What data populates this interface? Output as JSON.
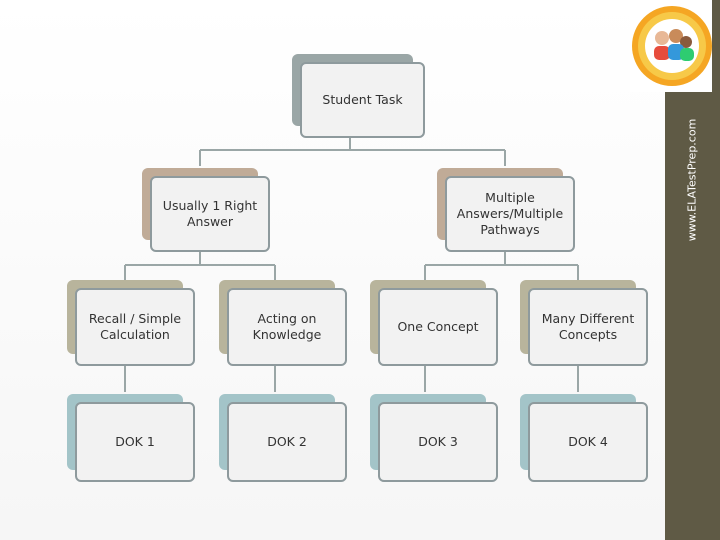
{
  "sidebar": {
    "url": "www.ELATestPrep.com",
    "color": "#5f5a45"
  },
  "logo": {
    "icon": "kids-badge-logo"
  },
  "diagram": {
    "root": "Student Task",
    "level1": [
      "Usually 1 Right Answer",
      "Multiple Answers/Multiple Pathways"
    ],
    "level2": [
      "Recall / Simple Calculation",
      "Acting on Knowledge",
      "One Concept",
      "Many Different Concepts"
    ],
    "level3": [
      "DOK 1",
      "DOK 2",
      "DOK 3",
      "DOK 4"
    ]
  }
}
